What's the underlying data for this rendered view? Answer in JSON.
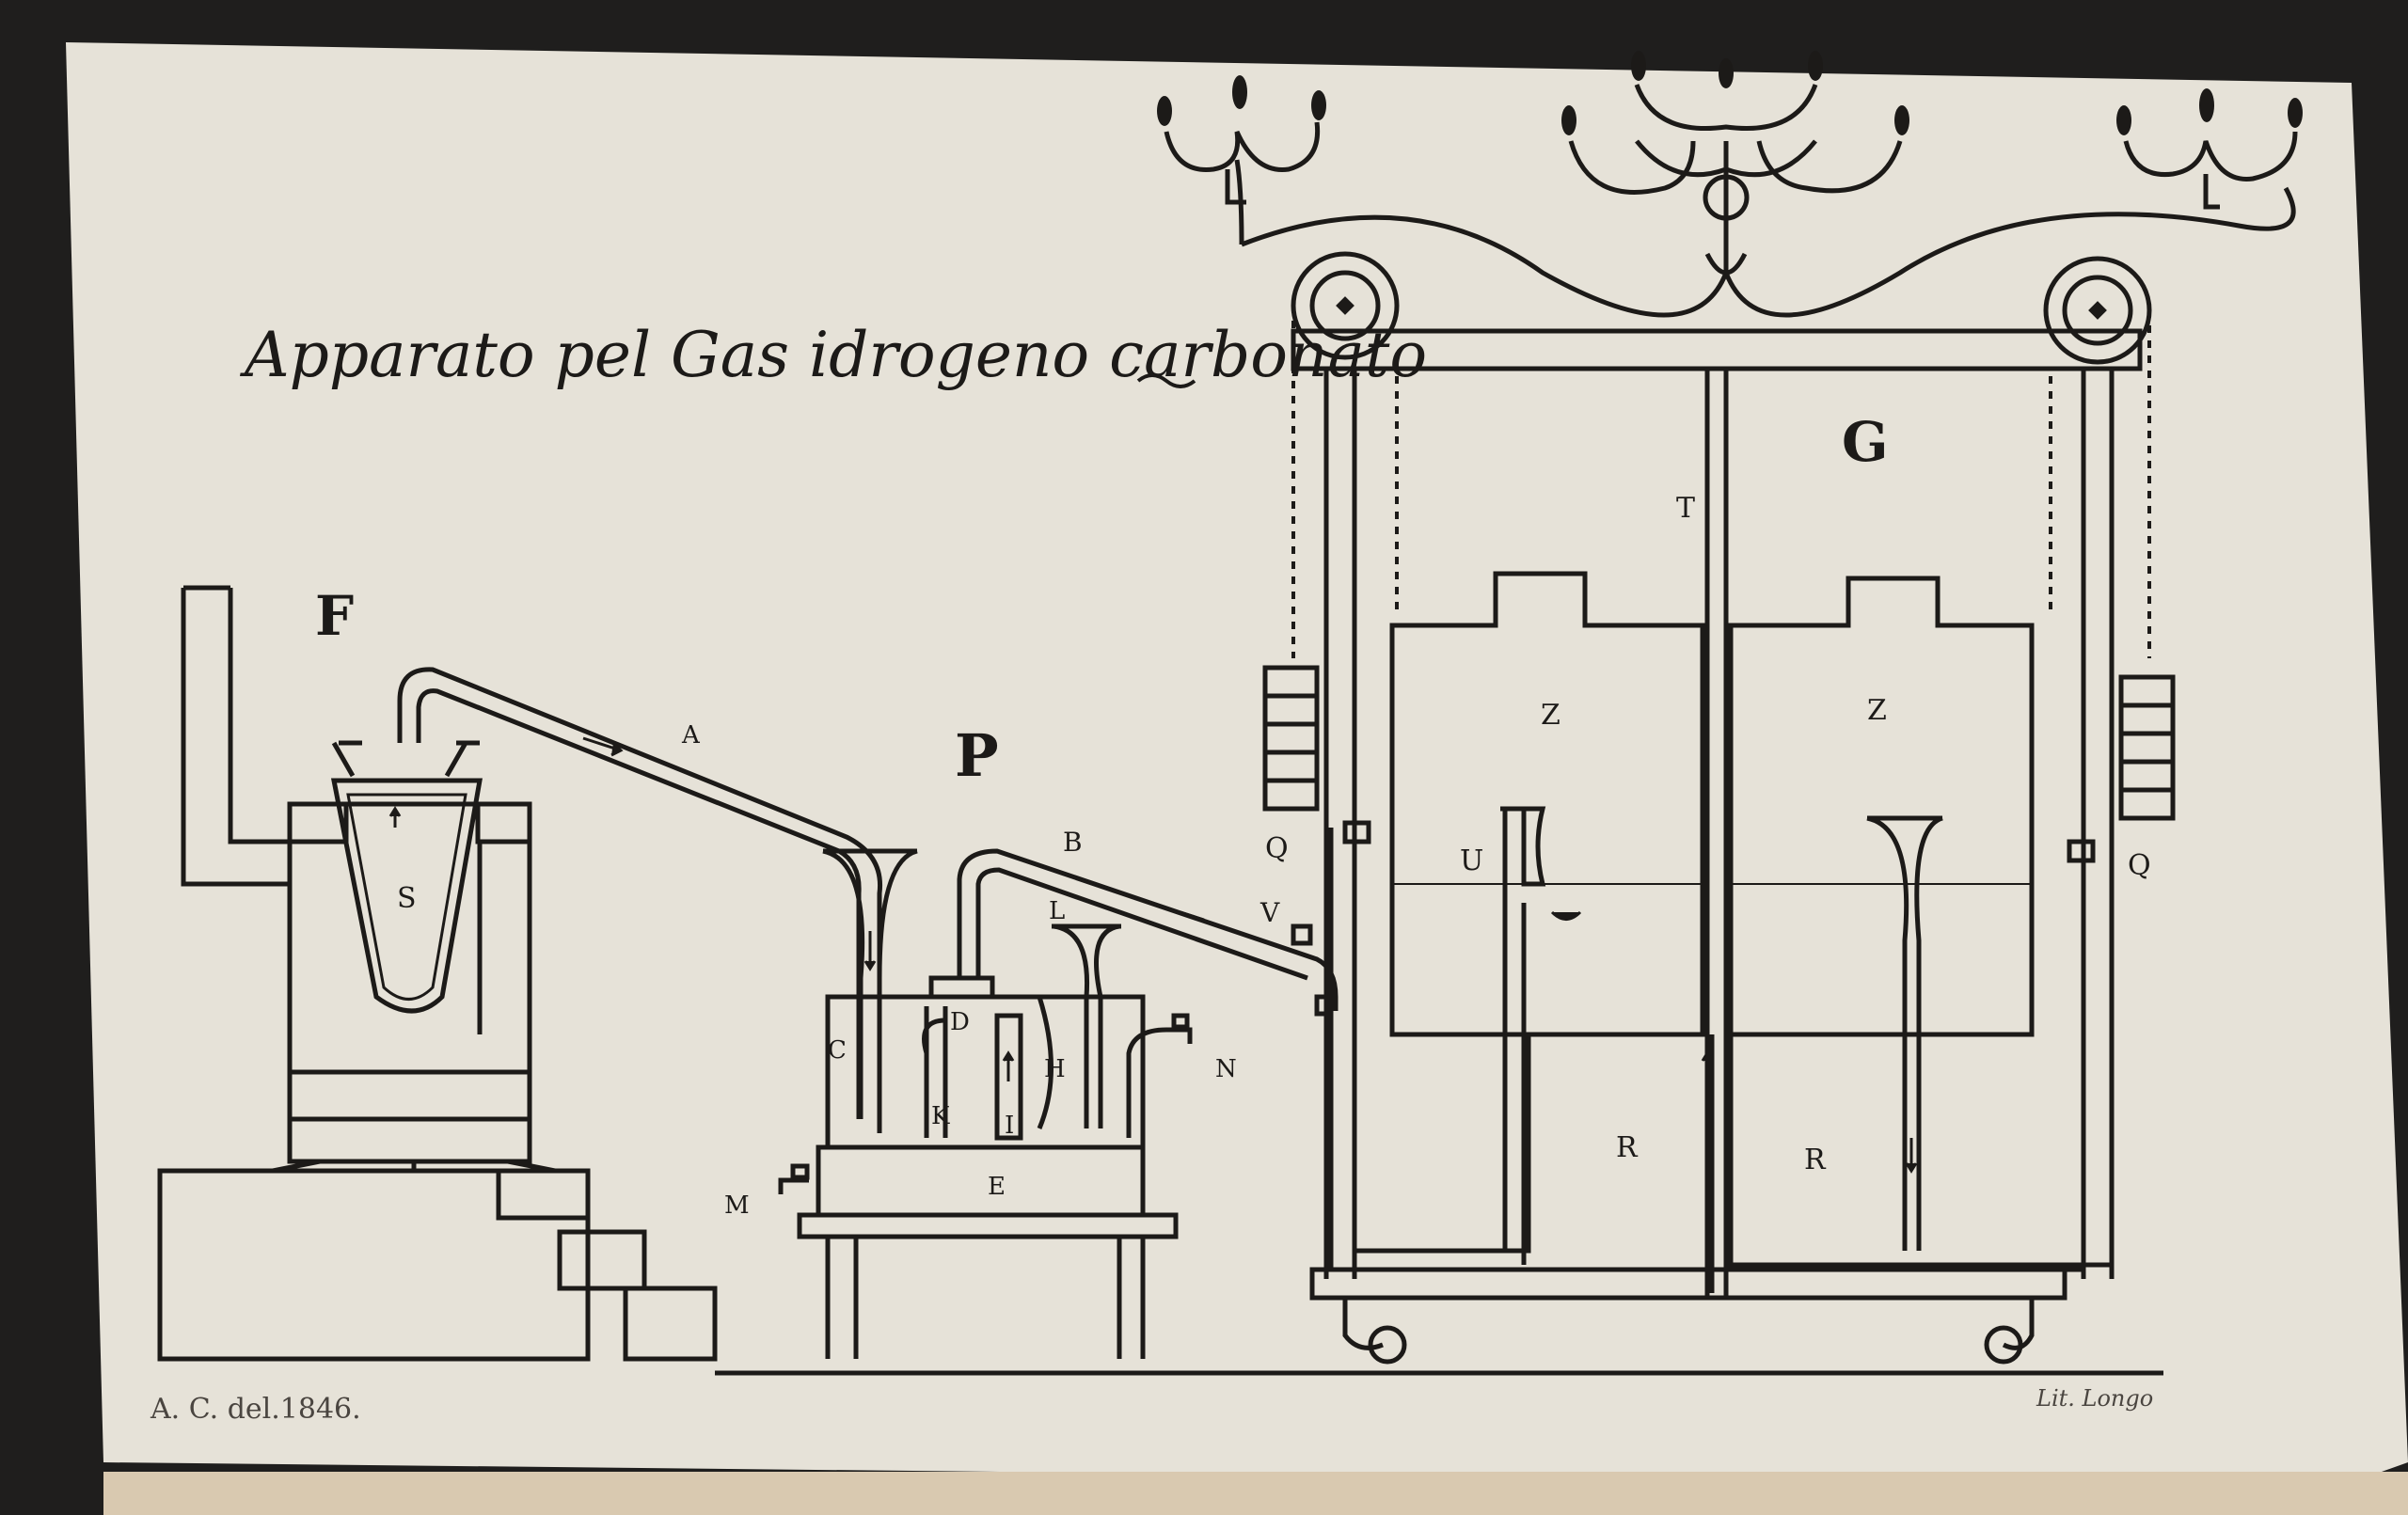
{
  "title": "Apparato pel Gas idrogeno carbonato",
  "labels": {
    "F": "F",
    "P": "P",
    "G": "G",
    "A": "A",
    "B": "B",
    "C": "C",
    "D": "D",
    "E": "E",
    "H": "H",
    "I": "I",
    "K": "K",
    "L": "L",
    "M": "M",
    "N": "N",
    "Q_left": "Q",
    "Q_right": "Q",
    "R_left": "R",
    "R_right": "R",
    "S": "S",
    "T": "T",
    "U": "U",
    "V": "V",
    "Z_left": "Z",
    "Z_right": "Z"
  },
  "credits": {
    "left": "A. C. del.1846.",
    "right": "Lit. Longo"
  },
  "colors": {
    "paper": "#e6e2d8",
    "ink": "#1c1a18",
    "background": "#1f1e1d"
  }
}
